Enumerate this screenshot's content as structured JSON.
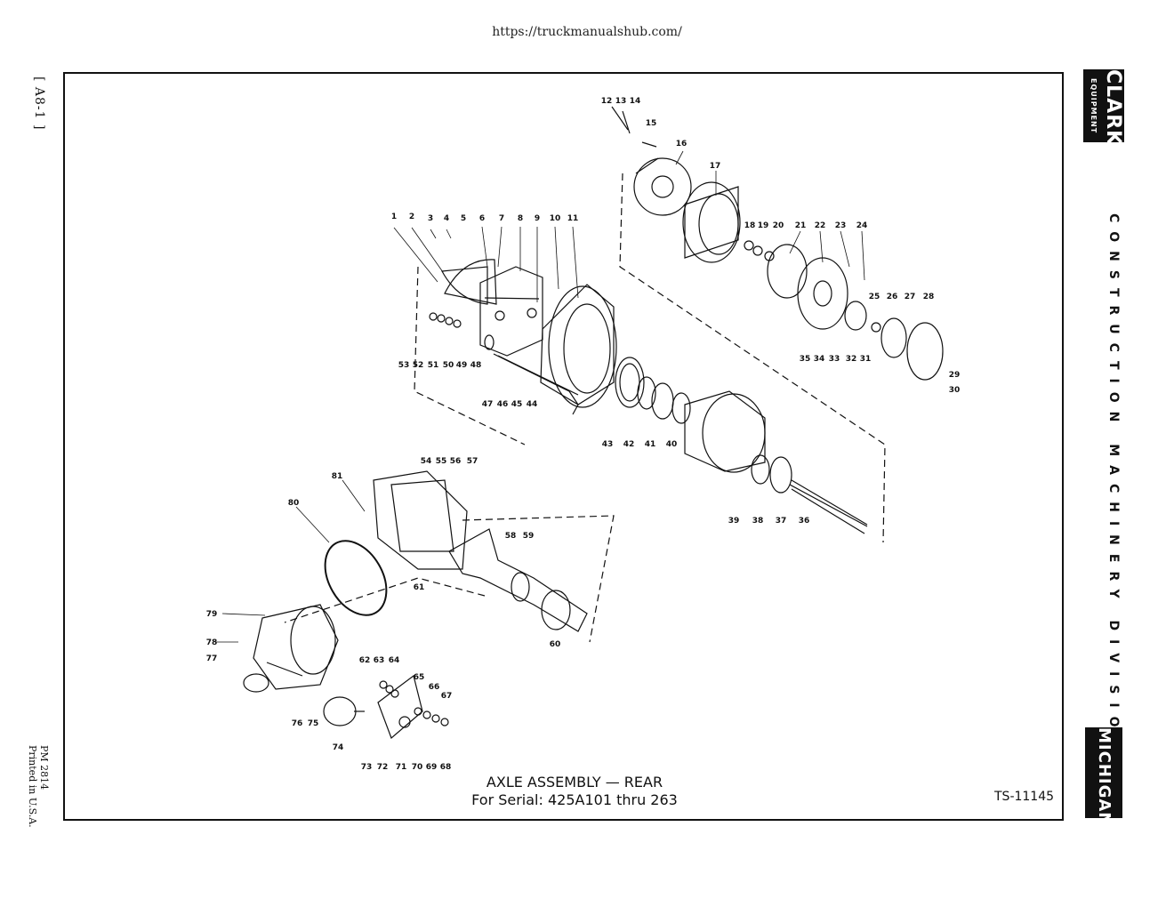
{
  "header": {
    "url": "https://truckmanualshub.com/"
  },
  "page_ref": "[ A8-1 ]",
  "print_info": {
    "pm": "PM 2814",
    "printed": "Printed in U.S.A."
  },
  "brand": {
    "clark_line1": "CLARK",
    "clark_line2": "EQUIPMENT",
    "division": "CONSTRUCTION MACHINERY DIVISION",
    "michigan": "MICHIGAN"
  },
  "caption": {
    "title": "AXLE ASSEMBLY — REAR",
    "serial": "For Serial: 425A101 thru 263"
  },
  "drawing_number": "TS-11145",
  "colors": {
    "ink": "#111111",
    "paper": "#ffffff"
  },
  "callouts": [
    "1",
    "2",
    "3",
    "4",
    "5",
    "6",
    "7",
    "8",
    "9",
    "10",
    "11",
    "12",
    "13",
    "14",
    "15",
    "16",
    "17",
    "18",
    "19",
    "20",
    "21",
    "22",
    "23",
    "24",
    "25",
    "26",
    "27",
    "28",
    "29",
    "30",
    "31",
    "32",
    "33",
    "34",
    "35",
    "36",
    "37",
    "38",
    "39",
    "40",
    "41",
    "42",
    "43",
    "44",
    "45",
    "46",
    "47",
    "48",
    "49",
    "50",
    "51",
    "52",
    "53",
    "54",
    "55",
    "56",
    "57",
    "58",
    "59",
    "60",
    "61",
    "62",
    "63",
    "64",
    "65",
    "66",
    "67",
    "68",
    "69",
    "70",
    "71",
    "72",
    "73",
    "74",
    "75",
    "76",
    "77",
    "78",
    "79",
    "80",
    "81"
  ]
}
